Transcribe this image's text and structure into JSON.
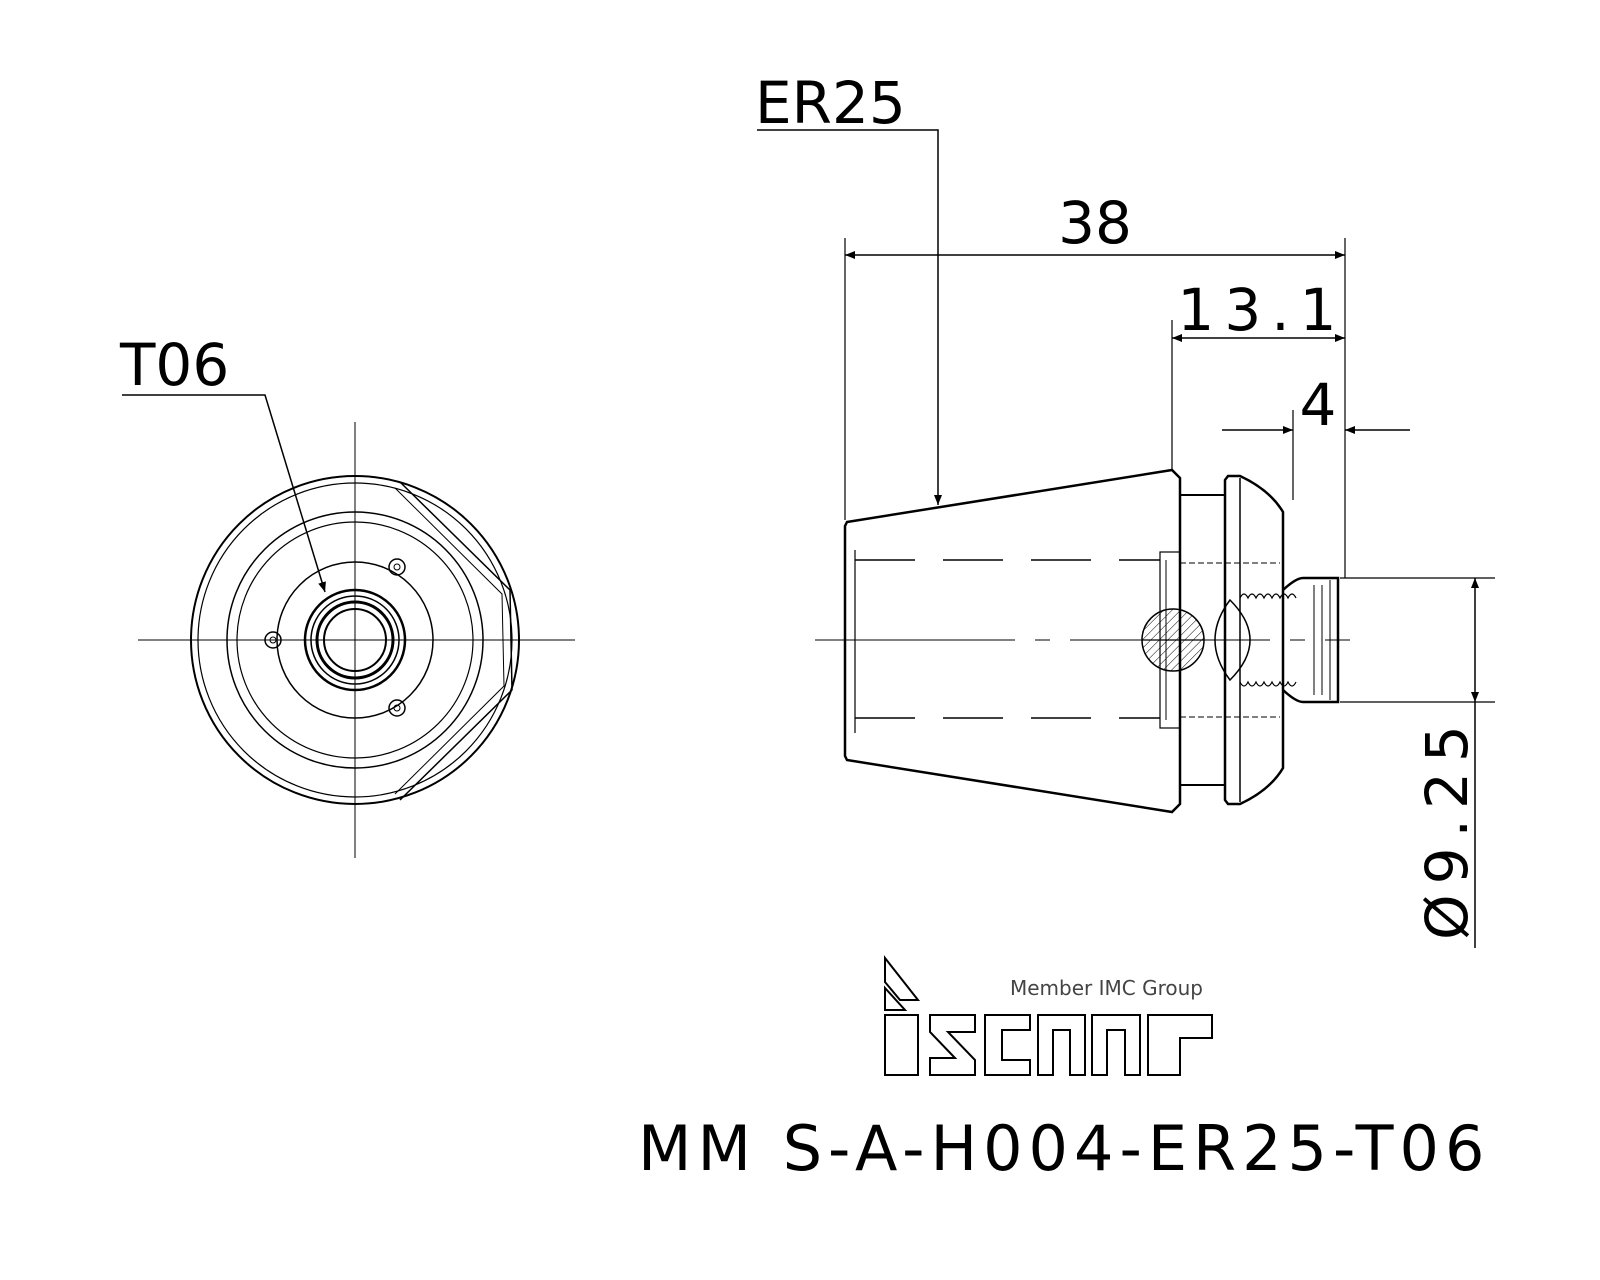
{
  "labels": {
    "thread": "T06",
    "collet": "ER25",
    "length_total": "38",
    "length_nose": "13.1",
    "length_pilot": "4",
    "diameter": "Ø9.25"
  },
  "logo": {
    "tagline": "Member IMC Group",
    "brand": "iscar"
  },
  "part_number": "MM S-A-H004-ER25-T06"
}
